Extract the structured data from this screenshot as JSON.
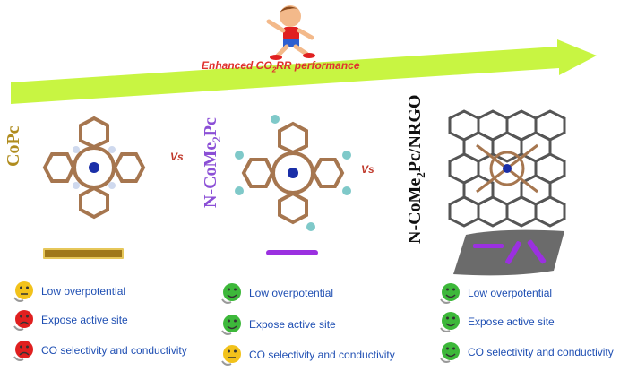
{
  "arrow": {
    "label": "Enhanced CO",
    "label_sub": "2",
    "label_rest": "RR performance",
    "color": "#c8f542"
  },
  "materials": [
    {
      "name": "CoPc",
      "color": "#b08c1e",
      "bar_color": "#a0781a"
    },
    {
      "name": "N-CoMe",
      "sub": "2",
      "rest": "Pc",
      "color": "#8b4fd6",
      "bar_color": "#9b30e0"
    },
    {
      "name": "N-CoMe",
      "sub": "2",
      "rest": "Pc/NRGO",
      "color": "#111111"
    }
  ],
  "vs_label": "Vs",
  "properties": {
    "col1": [
      {
        "text": "Low overpotential",
        "face": "neutral"
      },
      {
        "text": "Expose active site",
        "face": "sad"
      },
      {
        "text": "CO selectivity and conductivity",
        "face": "sad"
      }
    ],
    "col2": [
      {
        "text": "Low overpotential",
        "face": "happy"
      },
      {
        "text": "Expose active site",
        "face": "happy"
      },
      {
        "text": "CO selectivity and conductivity",
        "face": "neutral"
      }
    ],
    "col3": [
      {
        "text": "Low overpotential",
        "face": "happy"
      },
      {
        "text": "Expose active site",
        "face": "happy"
      },
      {
        "text": "CO selectivity and conductivity",
        "face": "happy"
      }
    ]
  },
  "face_colors": {
    "happy": "#3db83a",
    "neutral": "#f2c21b",
    "sad": "#e02020"
  }
}
